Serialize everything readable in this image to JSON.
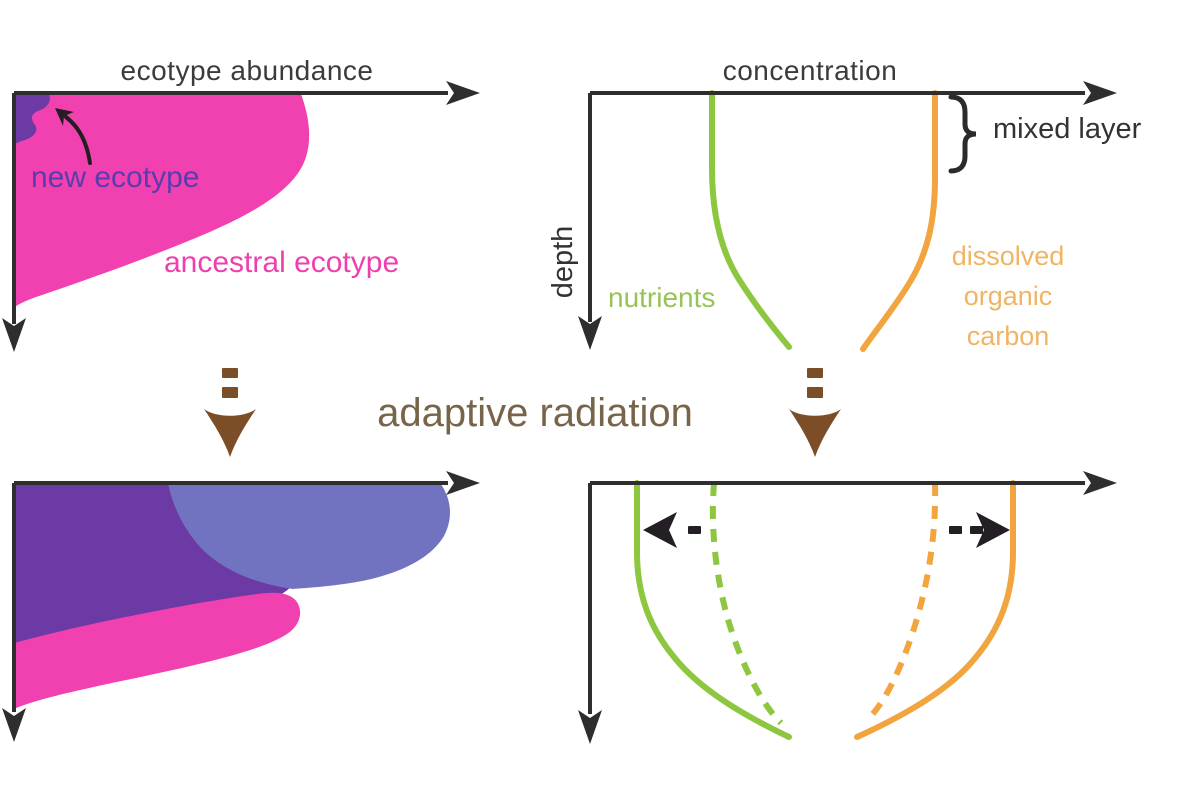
{
  "diagram": {
    "top_left_panel": {
      "x_axis_label": "ecotype abundance",
      "new_ecotype_label": "new ecotype",
      "ancestral_ecotype_label": "ancestral ecotype"
    },
    "top_right_panel": {
      "x_axis_label": "concentration",
      "y_axis_label": "depth",
      "mixed_layer_label": "mixed layer",
      "nutrients_label": "nutrients",
      "doc_label_line1": "dissolved",
      "doc_label_line2": "organic",
      "doc_label_line3": "carbon"
    },
    "center": {
      "process_label": "adaptive radiation"
    },
    "colors": {
      "ancestral_pink": "#f140af",
      "new_ecotype_purple": "#6c3aa5",
      "second_ecotype_blue": "#7173c1",
      "new_ecotype_text": "#5b3bae",
      "ancestral_text": "#ee3fac",
      "nutrients_green": "#8dc63f",
      "doc_orange": "#f2a53f",
      "doc_text_orange": "#f0b464",
      "arrow_brown": "#7b4e27",
      "adaptive_text_brown": "#786448",
      "axis_dark": "#2e2e2e"
    }
  }
}
